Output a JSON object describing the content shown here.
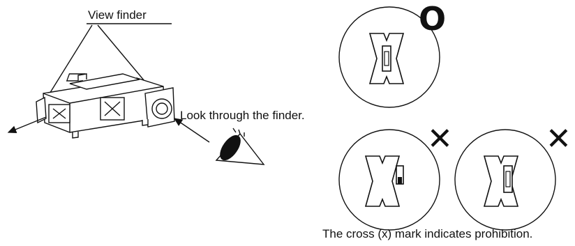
{
  "labels": {
    "view_finder": "View finder",
    "look_through": "Look through the finder.",
    "prohibition_note": "The cross (x) mark indicates prohibition."
  },
  "marks": {
    "correct": "O",
    "wrong_1": "✕",
    "wrong_2": "✕"
  },
  "icons": [
    "eye-icon",
    "arrow-icon",
    "reticle-icon",
    "circle-mark-icon",
    "cross-mark-icon"
  ],
  "colors": {
    "ink": "#111111",
    "background": "#ffffff"
  }
}
